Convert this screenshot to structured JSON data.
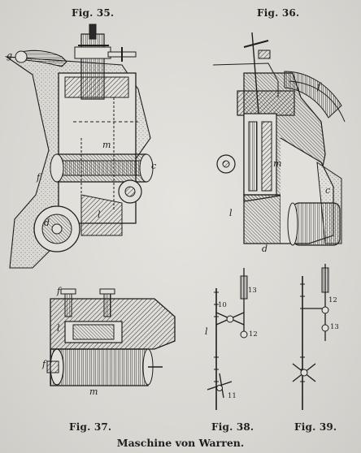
{
  "figures": {
    "fig35": {
      "caption": "Fig. 35.",
      "labels": [
        "g",
        "m",
        "f",
        "c",
        "d",
        "l"
      ]
    },
    "fig36": {
      "caption": "Fig. 36.",
      "labels": [
        "f",
        "m",
        "c",
        "l",
        "d"
      ]
    },
    "fig37": {
      "caption": "Fig. 37.",
      "labels": [
        "f",
        "l",
        "f",
        "m"
      ]
    },
    "fig38": {
      "caption": "Fig. 38.",
      "labels": [
        "10",
        "13",
        "12",
        "l",
        "11"
      ]
    },
    "fig39": {
      "caption": "Fig. 39.",
      "labels": [
        "12",
        "13"
      ]
    }
  },
  "title": "Maschine von Warren."
}
